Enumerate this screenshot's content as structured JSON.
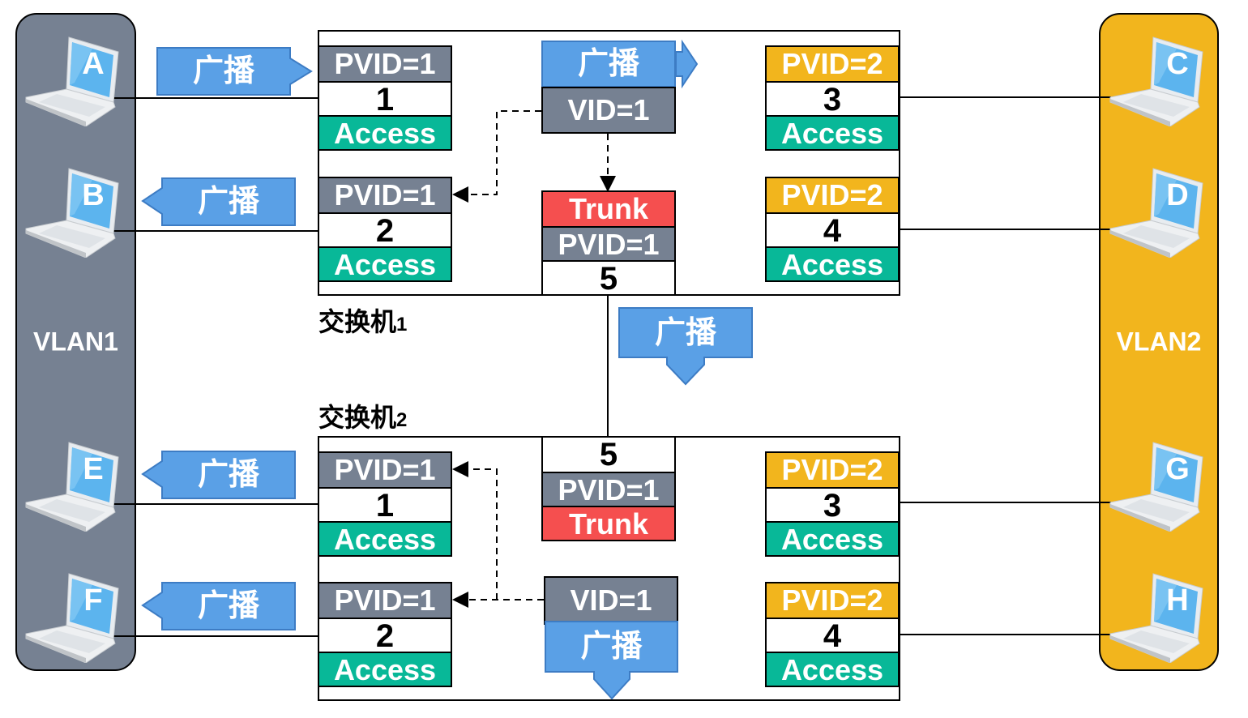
{
  "vlans": [
    {
      "id": "vlan1",
      "label": "VLAN1",
      "color": "#768192",
      "hosts": [
        "A",
        "B",
        "E",
        "F"
      ]
    },
    {
      "id": "vlan2",
      "label": "VLAN2",
      "color": "#f2b51d",
      "hosts": [
        "C",
        "D",
        "G",
        "H"
      ]
    }
  ],
  "hosts": {
    "A": "A",
    "B": "B",
    "C": "C",
    "D": "D",
    "E": "E",
    "F": "F",
    "G": "G",
    "H": "H"
  },
  "switches": [
    {
      "title": "交换机",
      "index": "1",
      "ports": [
        {
          "pvid": "PVID=1",
          "number": "1",
          "mode": "Access"
        },
        {
          "pvid": "PVID=1",
          "number": "2",
          "mode": "Access"
        },
        {
          "pvid": "PVID=2",
          "number": "3",
          "mode": "Access"
        },
        {
          "pvid": "PVID=2",
          "number": "4",
          "mode": "Access"
        },
        {
          "pvid": "PVID=1",
          "number": "5",
          "mode": "Trunk"
        }
      ],
      "frame_tag": "VID=1"
    },
    {
      "title": "交换机",
      "index": "2",
      "ports": [
        {
          "pvid": "PVID=1",
          "number": "1",
          "mode": "Access"
        },
        {
          "pvid": "PVID=1",
          "number": "2",
          "mode": "Access"
        },
        {
          "pvid": "PVID=2",
          "number": "3",
          "mode": "Access"
        },
        {
          "pvid": "PVID=2",
          "number": "4",
          "mode": "Access"
        },
        {
          "pvid": "PVID=1",
          "number": "5",
          "mode": "Trunk"
        }
      ],
      "frame_tag": "VID=1"
    }
  ],
  "broadcast_label": "广播",
  "colors": {
    "pvid1": "#768192",
    "pvid2": "#f2b51d",
    "access": "#08b898",
    "trunk": "#f54f4f",
    "broadcast": "#5aa0e6"
  }
}
